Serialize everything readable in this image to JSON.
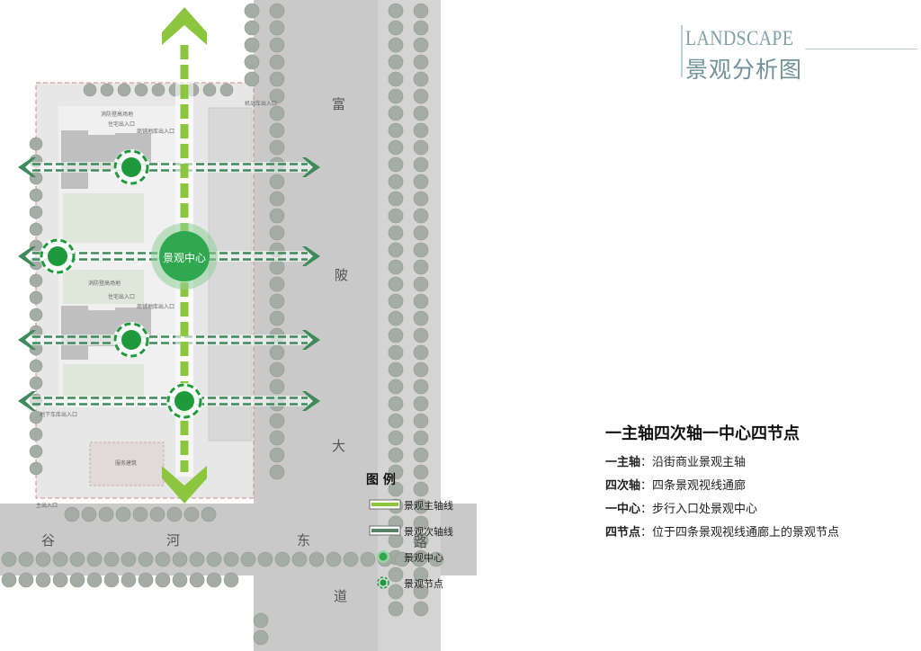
{
  "title": {
    "en": "LANDSCAPE",
    "cn": "景观分析图"
  },
  "summary": {
    "heading": "一主轴四次轴一中心四节点",
    "items": [
      {
        "key": "一主轴",
        "sep": "：",
        "text": "沿街商业景观主轴"
      },
      {
        "key": "四次轴",
        "sep": "：",
        "text": "四条景观视线通廊"
      },
      {
        "key": "一中心",
        "sep": "：",
        "text": "步行入口处景观中心"
      },
      {
        "key": "四节点",
        "sep": "：",
        "text": "位于四条景观视线通廊上的景观节点"
      }
    ]
  },
  "legend": {
    "title": "图 例",
    "items": [
      {
        "symbol": "main-axis",
        "label": "景观主轴线"
      },
      {
        "symbol": "secondary-axis",
        "label": "景观次轴线"
      },
      {
        "symbol": "center",
        "label": "景观中心"
      },
      {
        "symbol": "node",
        "label": "景观节点"
      }
    ]
  },
  "plan": {
    "center_label": "景观中心",
    "road_east": [
      "富",
      "陂",
      "大",
      "路",
      "道"
    ],
    "road_south": [
      "谷",
      "河",
      "东"
    ],
    "small_labels": [
      "机动车出入口",
      "消防登高场地",
      "住宅出入口",
      "商铺地库出入口",
      "消防登高场地",
      "住宅出入口",
      "商铺地库出入口",
      "地下车库出入口",
      "服务建筑",
      "主出入口"
    ]
  },
  "colors": {
    "main_axis": "#8cc63f",
    "secondary_axis": "#3f8a5a",
    "center": "#2fa84f",
    "node": "#1e9a3c",
    "road": "#c8c8c8",
    "tree": "#9aa79c",
    "title": "#6f9198"
  }
}
